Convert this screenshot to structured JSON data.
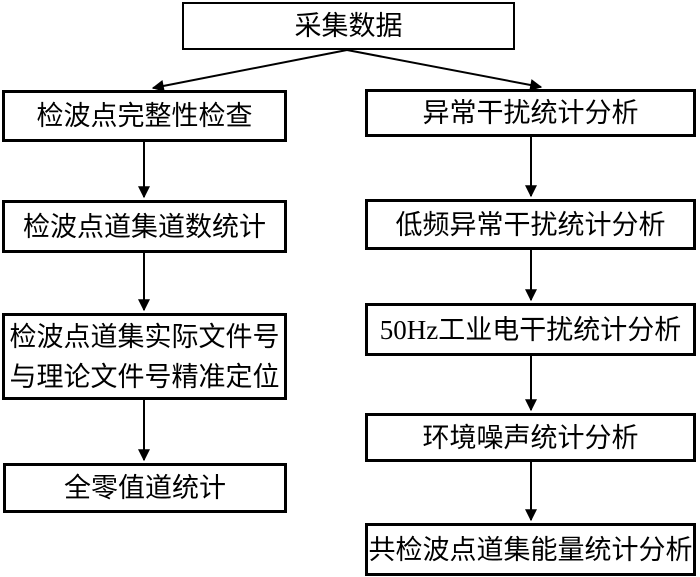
{
  "diagram": {
    "root": {
      "label": "采集数据"
    },
    "left_branch": [
      {
        "label": "检波点完整性检查"
      },
      {
        "label": "检波点道集道数统计"
      },
      {
        "label": "检波点道集实际文件号与理论文件号精准定位",
        "lines": [
          "检波点道集实际文件号",
          "与理论文件号精准定位"
        ]
      },
      {
        "label": "全零值道统计"
      }
    ],
    "right_branch": [
      {
        "label": "异常干扰统计分析"
      },
      {
        "label": "低频异常干扰统计分析"
      },
      {
        "label": "50Hz工业电干扰统计分析"
      },
      {
        "label": "环境噪声统计分析"
      },
      {
        "label": "共检波点道集能量统计分析"
      }
    ],
    "edges": [
      {
        "from": "collect-data",
        "to": "geophone-integrity-check"
      },
      {
        "from": "collect-data",
        "to": "abnormal-interference-analysis"
      },
      {
        "from": "geophone-integrity-check",
        "to": "geophone-gather-trace-count"
      },
      {
        "from": "geophone-gather-trace-count",
        "to": "file-number-precise-location"
      },
      {
        "from": "file-number-precise-location",
        "to": "all-zero-trace-statistics"
      },
      {
        "from": "abnormal-interference-analysis",
        "to": "low-freq-interference-analysis"
      },
      {
        "from": "low-freq-interference-analysis",
        "to": "50hz-industrial-interference-analysis"
      },
      {
        "from": "50hz-industrial-interference-analysis",
        "to": "ambient-noise-analysis"
      },
      {
        "from": "ambient-noise-analysis",
        "to": "common-geophone-gather-energy-analysis"
      }
    ],
    "colors": {
      "line": "#000000",
      "box_border": "#000000",
      "box_background": "#ffffff",
      "text": "#000000",
      "page_background": "#ffffff"
    }
  }
}
